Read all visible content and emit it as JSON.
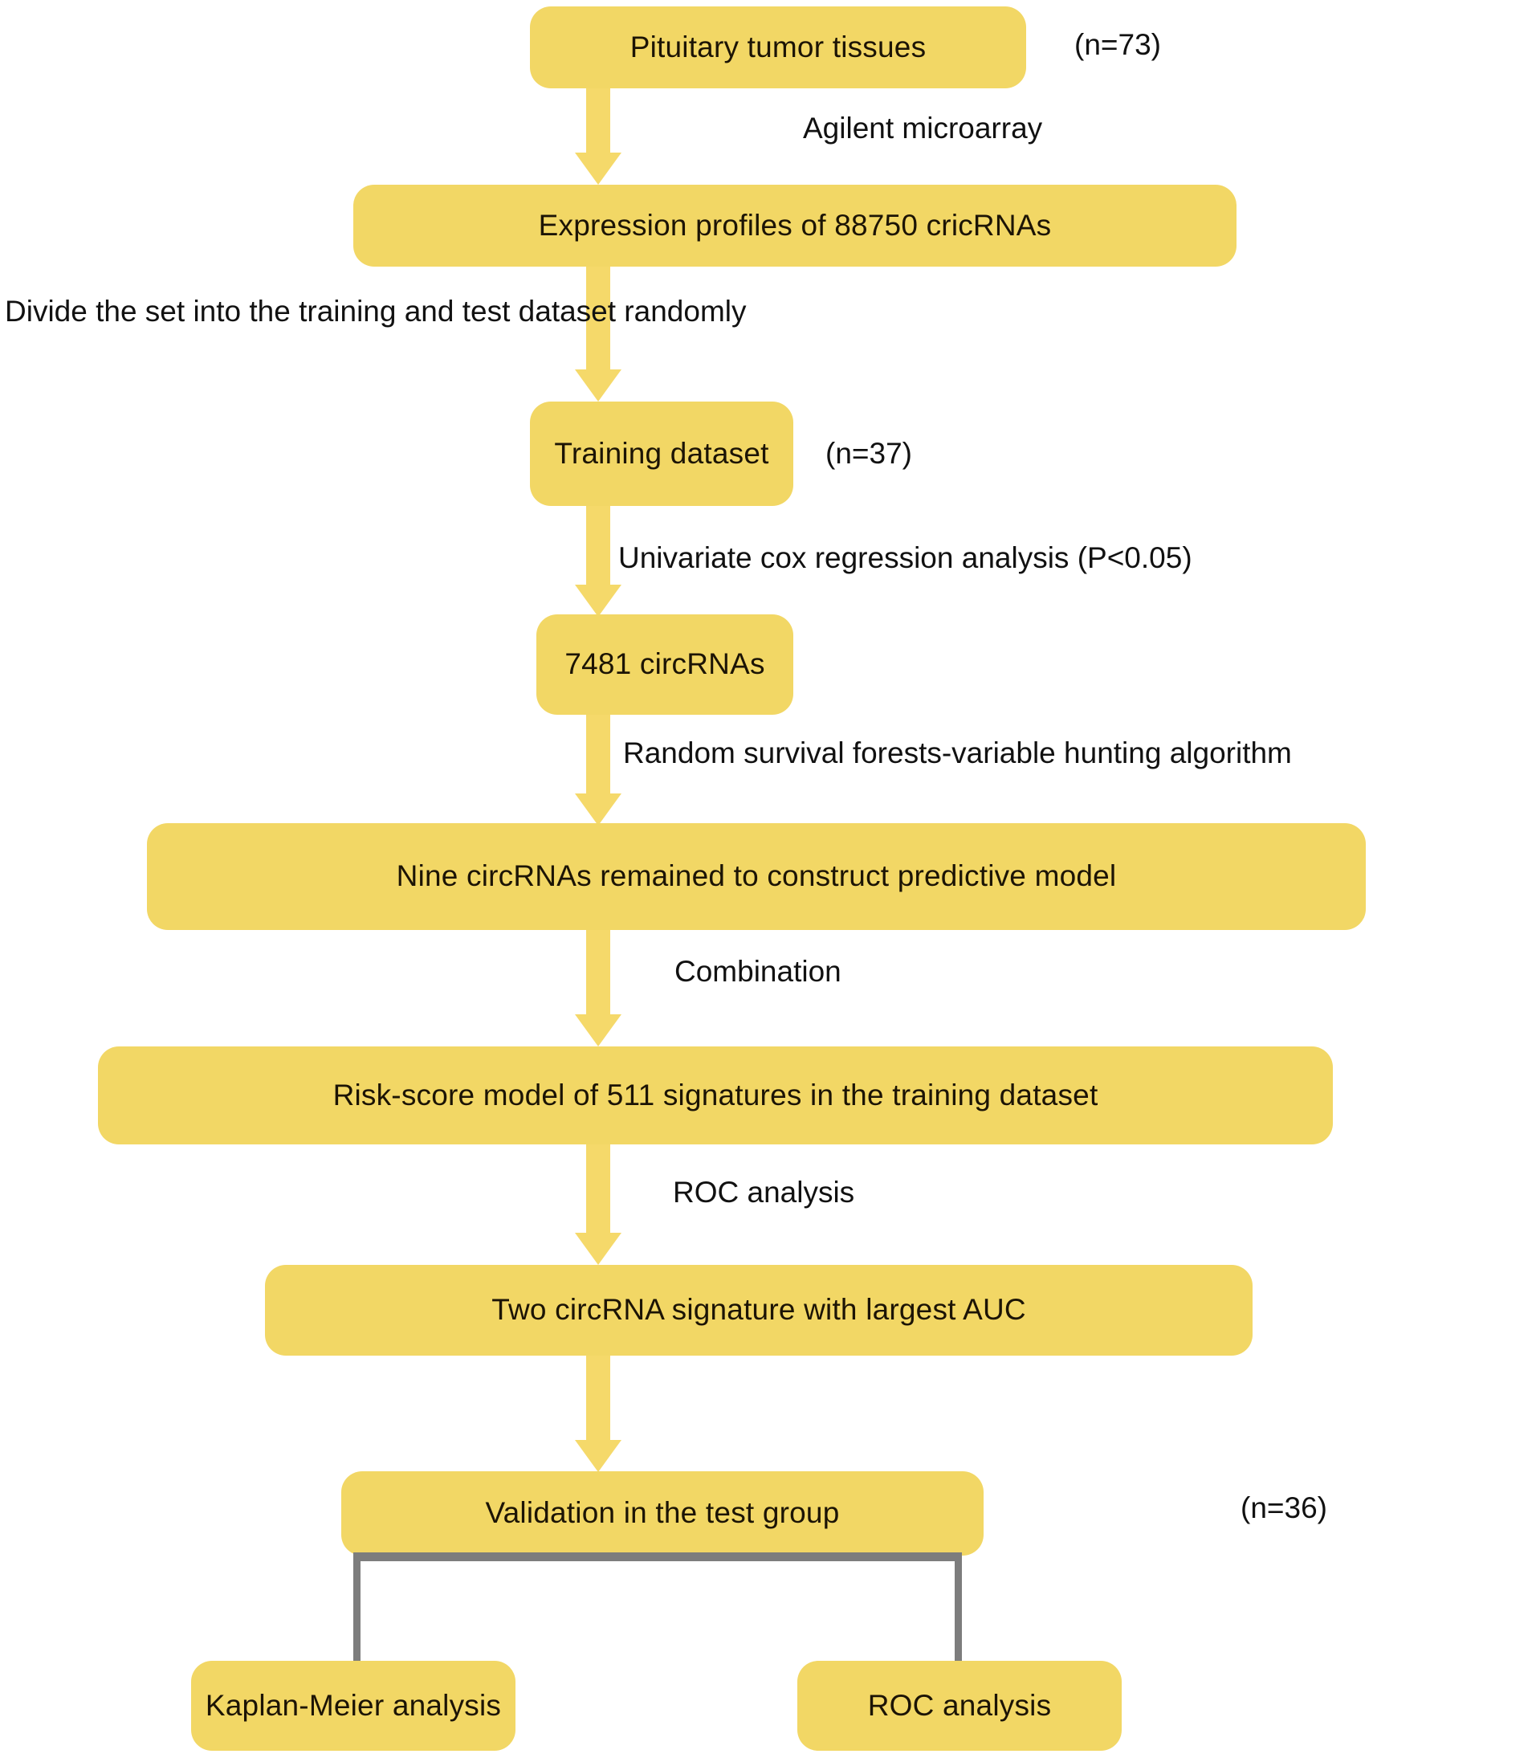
{
  "diagram": {
    "title": "circRNA signature study workflow flowchart",
    "accent_color": "#f2d765",
    "arrow_color": "#f5d96a",
    "bracket_color": "#7d7d7d",
    "text_color": "#1c1405"
  },
  "nodes": [
    {
      "id": "pituitary-tumor-tissues",
      "label": "Pituitary tumor tissues"
    },
    {
      "id": "expression-profiles",
      "label": "Expression profiles of 88750 cricRNAs"
    },
    {
      "id": "training-dataset",
      "label": "Training dataset"
    },
    {
      "id": "circrnas-7481",
      "label": "7481 circRNAs"
    },
    {
      "id": "nine-circrnas",
      "label": "Nine circRNAs remained to construct predictive model"
    },
    {
      "id": "risk-score-model",
      "label": "Risk-score model of 511 signatures in the training dataset"
    },
    {
      "id": "two-circrna-signature",
      "label": "Two circRNA signature with largest AUC"
    },
    {
      "id": "validation-test-group",
      "label": "Validation in the test group"
    },
    {
      "id": "kaplan-meier-analysis",
      "label": "Kaplan-Meier analysis"
    },
    {
      "id": "roc-analysis-result",
      "label": "ROC analysis"
    }
  ],
  "counts": {
    "tissues": "(n=73)",
    "training": "(n=37)",
    "test": "(n=36)"
  },
  "edge_labels": {
    "agilent": "Agilent microarray",
    "divide": "Divide the set into the training and test dataset randomly",
    "univariate": "Univariate cox regression analysis (P<0.05)",
    "random_forest": "Random survival forests-variable hunting algorithm",
    "combination": "Combination",
    "roc": "ROC analysis"
  }
}
